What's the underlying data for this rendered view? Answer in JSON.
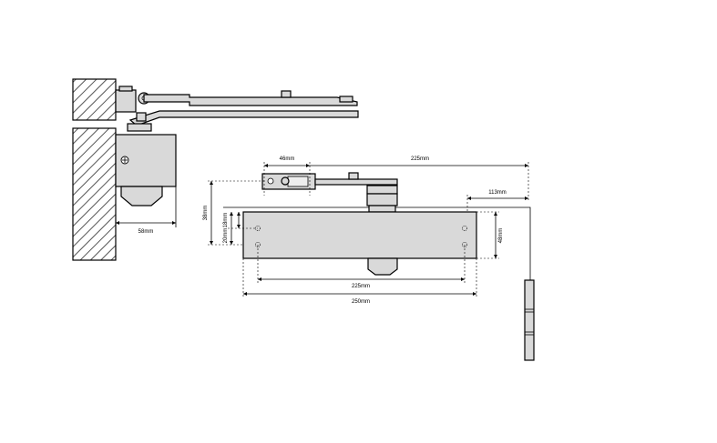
{
  "diagram": {
    "dimensions": {
      "side_depth": "58mm",
      "arm_offset": "46mm",
      "arm_length": "225mm",
      "height_38": "38mm",
      "height_20": "20mm",
      "height_18": "18mm",
      "body_height": "48mm",
      "top_offset": "113mm",
      "hole_spacing": "225mm",
      "body_length": "250mm"
    }
  }
}
